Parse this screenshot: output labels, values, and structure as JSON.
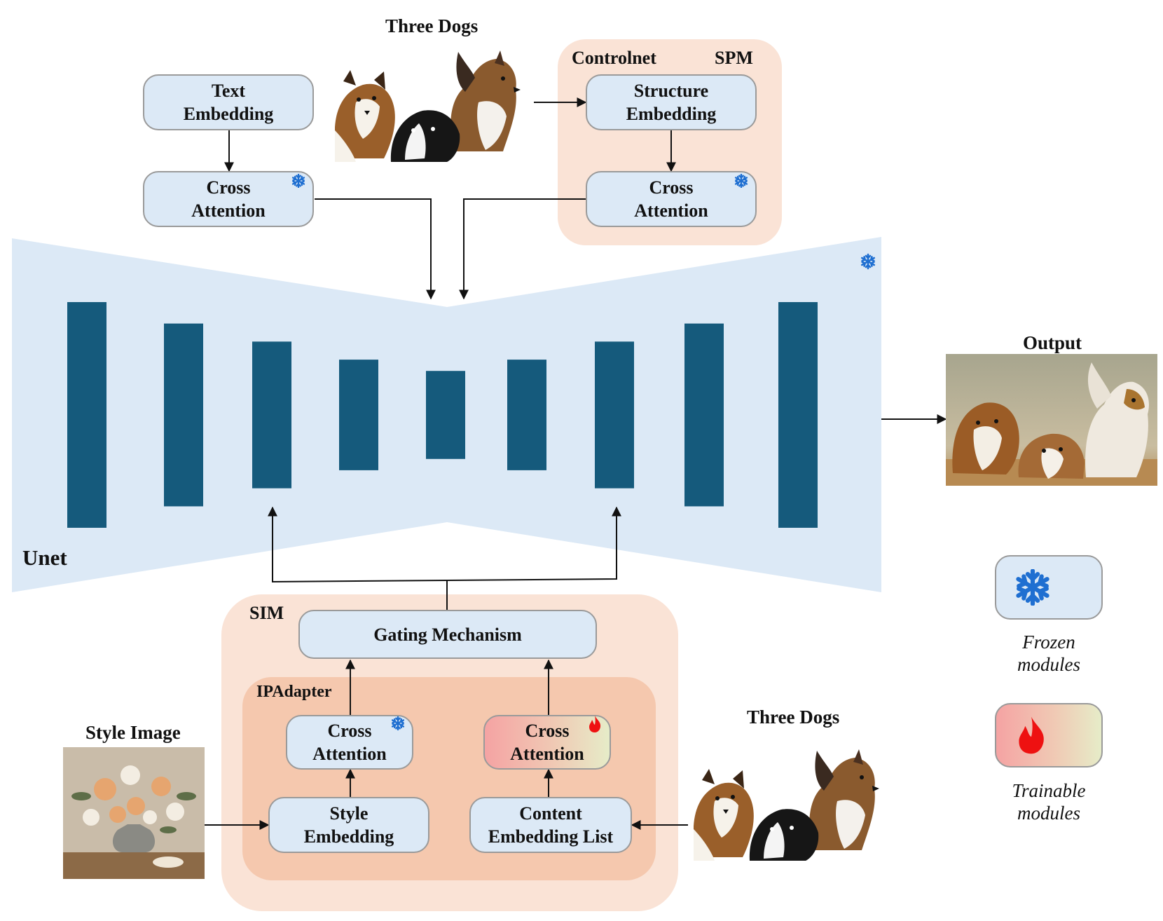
{
  "top_image": {
    "title": "Three Dogs"
  },
  "spm": {
    "tag_left": "Controlnet",
    "tag_right": "SPM",
    "structure_embedding": [
      "Structure",
      "Embedding"
    ],
    "cross_attention": [
      "Cross",
      "Attention"
    ]
  },
  "text_branch": {
    "text_embedding": [
      "Text",
      "Embedding"
    ],
    "cross_attention": [
      "Cross",
      "Attention"
    ]
  },
  "unet": {
    "label": "Unet",
    "bar_relative_heights": [
      1.0,
      0.81,
      0.65,
      0.49,
      0.39,
      0.49,
      0.65,
      0.81,
      1.0
    ],
    "block_color": "#155a7c",
    "body_color": "#dce9f6"
  },
  "output": {
    "title": "Output"
  },
  "sim": {
    "label": "SIM",
    "gating": "Gating Mechanism",
    "ipadapter_label": "IPAdapter",
    "cross_attention_frozen": [
      "Cross",
      "Attention"
    ],
    "cross_attention_trainable": [
      "Cross",
      "Attention"
    ],
    "style_embedding": [
      "Style",
      "Embedding"
    ],
    "content_embedding": [
      "Content",
      "Embedding List"
    ]
  },
  "style_image": {
    "title": "Style Image"
  },
  "bottom_image": {
    "title": "Three Dogs"
  },
  "legend": {
    "frozen": [
      "Frozen",
      "modules"
    ],
    "trainable": [
      "Trainable",
      "modules"
    ]
  },
  "colors": {
    "box_fill": "#dce9f6",
    "panel_outer": "#fae3d6",
    "panel_inner": "#f5c8ae",
    "snowflake": "#1f6fd1",
    "flame": "#ee1111"
  },
  "icons": {
    "frozen": "snowflake-icon",
    "trainable": "flame-icon"
  }
}
